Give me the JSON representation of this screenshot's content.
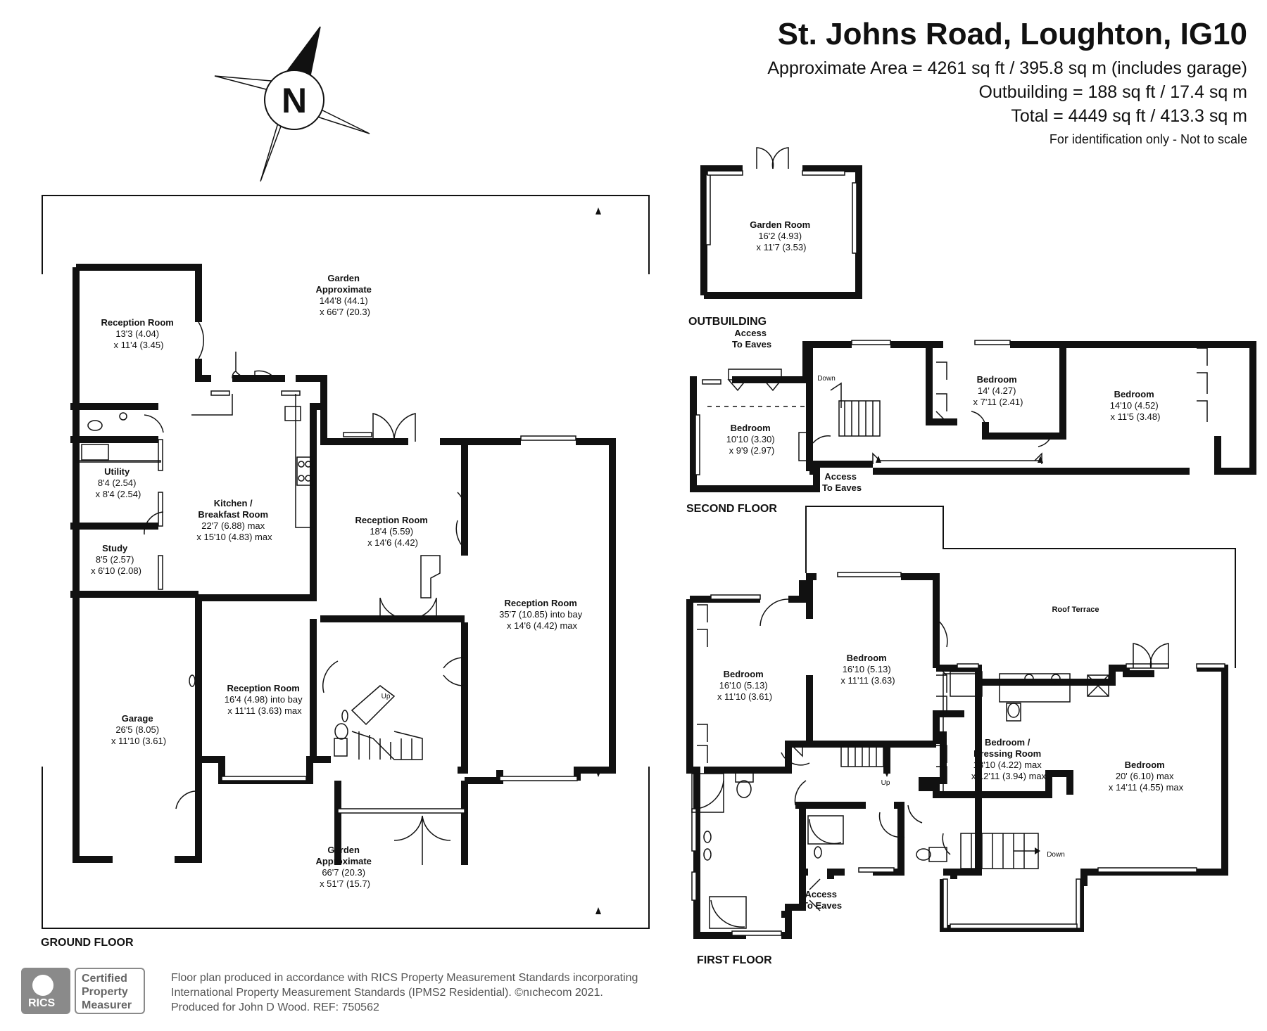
{
  "title": "St. Johns Road, Loughton, IG10",
  "area_lines": [
    "Approximate Area = 4261 sq ft / 395.8 sq m (includes garage)",
    "Outbuilding = 188 sq ft / 17.4 sq m",
    "Total = 4449 sq ft / 413.3 sq m"
  ],
  "disclaimer": "For identification only - Not to scale",
  "compass_letter": "N",
  "floor_labels": {
    "ground": "GROUND FLOOR",
    "first": "FIRST FLOOR",
    "second": "SECOND FLOOR",
    "outbuilding": "OUTBUILDING"
  },
  "rooms": {
    "garden_top": [
      "Garden",
      "Approximate",
      "144'8 (44.1)",
      "x 66'7 (20.3)"
    ],
    "reception_1": [
      "Reception Room",
      "13'3 (4.04)",
      "x 11'4 (3.45)"
    ],
    "utility": [
      "Utility",
      "8'4 (2.54)",
      "x 8'4 (2.54)"
    ],
    "study": [
      "Study",
      "8'5 (2.57)",
      "x 6'10 (2.08)"
    ],
    "kitchen": [
      "Kitchen /",
      "Breakfast Room",
      "22'7 (6.88) max",
      "x 15'10 (4.83) max"
    ],
    "reception_2": [
      "Reception Room",
      "18'4 (5.59)",
      "x 14'6 (4.42)"
    ],
    "reception_3": [
      "Reception Room",
      "35'7 (10.85) into bay",
      "x 14'6 (4.42) max"
    ],
    "reception_4": [
      "Reception Room",
      "16'4 (4.98) into bay",
      "x 11'11 (3.63) max"
    ],
    "garage": [
      "Garage",
      "26'5 (8.05)",
      "x 11'10 (3.61)"
    ],
    "garden_bottom": [
      "Garden",
      "Approximate",
      "66'7 (20.3)",
      "x 51'7 (15.7)"
    ],
    "garden_room": [
      "Garden Room",
      "16'2 (4.93)",
      "x 11'7 (3.53)"
    ],
    "second_bed_1": [
      "Bedroom",
      "10'10 (3.30)",
      "x 9'9 (2.97)"
    ],
    "second_bed_2": [
      "Bedroom",
      "14' (4.27)",
      "x 7'11 (2.41)"
    ],
    "second_bed_3": [
      "Bedroom",
      "14'10 (4.52)",
      "x 11'5 (3.48)"
    ],
    "first_bed_1": [
      "Bedroom",
      "16'10 (5.13)",
      "x 11'10 (3.61)"
    ],
    "first_bed_2": [
      "Bedroom",
      "16'10 (5.13)",
      "x 11'11 (3.63)"
    ],
    "first_dressing": [
      "Bedroom /",
      "Dressing Room",
      "13'10 (4.22) max",
      "x 12'11 (3.94) max"
    ],
    "first_bed_main": [
      "Bedroom",
      "20' (6.10) max",
      "x 14'11 (4.55) max"
    ],
    "roof_terrace": [
      "Roof Terrace"
    ]
  },
  "annotations": {
    "access_eaves_top": [
      "Access",
      "To Eaves"
    ],
    "access_eaves_mid": [
      "Access",
      "To Eaves"
    ],
    "access_eaves_first": [
      "Access",
      "To Eaves"
    ],
    "down_second": "Down",
    "down_first": "Down",
    "up_ground": "Up",
    "up_first": "Up"
  },
  "footer_lines": [
    "Floor plan produced in accordance with RICS Property Measurement Standards incorporating",
    "International Property Measurement Standards (IPMS2 Residential).  ©nıchecom 2021.",
    "Produced for John D Wood.   REF:  750562"
  ],
  "badge": {
    "org": "RICS",
    "text": [
      "Certified",
      "Property",
      "Measurer"
    ]
  }
}
